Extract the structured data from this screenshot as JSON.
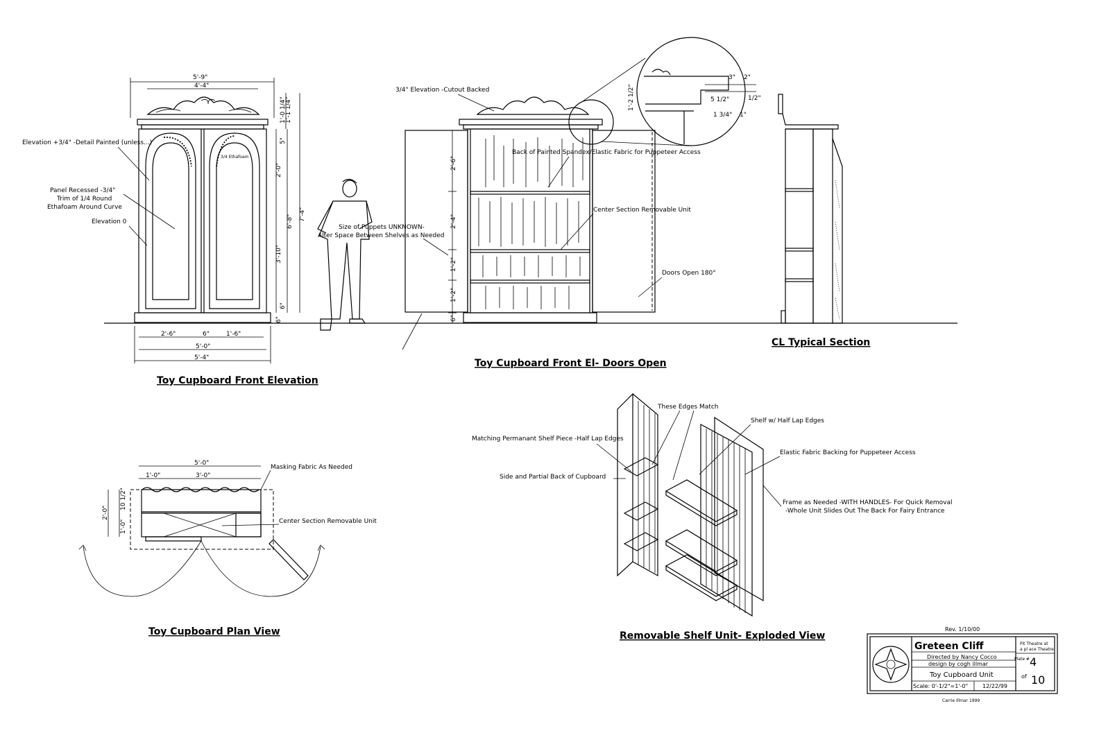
{
  "titles": {
    "front_elevation": "Toy Cupboard Front Elevation",
    "doors_open": "Toy Cupboard Front El- Doors Open",
    "cl_section": "CL Typical Section",
    "plan_view": "Toy Cupboard Plan View",
    "exploded": "Removable Shelf Unit- Exploded View"
  },
  "front_elevation": {
    "dims_top": [
      "5'-9\"",
      "4'-4\""
    ],
    "dims_bottom": [
      "2'-6\"",
      "6\"",
      "1'-6\"",
      "5'-0\"",
      "5'-4\""
    ],
    "dims_right": [
      "1'-1 1/4\"",
      "1'-0 1/4\"",
      "5\"",
      "2'-0\"",
      "6'-8\"",
      "7'-4\"",
      "3'-10\"",
      "6\"",
      "6\""
    ],
    "notes": {
      "elevation_detail": "Elevation +3/4\" -Detail Painted (unless...)",
      "panel_line1": "Panel Recessed -3/4\"",
      "panel_line2": "Trim of 1/4 Round",
      "panel_line3": "Ethafoam Around Curve",
      "elevation_0": "Elevation 0",
      "small_note": "3/4 Ethafoam"
    }
  },
  "doors_open": {
    "notes": {
      "cutout": "3/4\" Elevation -Cutout Backed",
      "spandex": "Back of Painted Spandex/Elastic Fabric for Puppeteer Access",
      "center": "Center Section Removable Unit",
      "doors": "Doors Open 180°",
      "puppets1": "Size of Puppets UNKNOWN-",
      "puppets2": "Alter Space Between Shelves as Needed"
    },
    "dims_left": [
      "2'-6\"",
      "2'-4\"",
      "1'-2\"",
      "1'-2\"",
      "6\""
    ],
    "detail_dims": [
      "1'-2 1/2\"",
      "3\"",
      "2\"",
      "5 1/2\"",
      "1/2\"",
      "1 3/4\"",
      "1\""
    ]
  },
  "plan_view": {
    "dims": [
      "5'-0\"",
      "1'-0\"",
      "3'-0\"",
      "2'-0\"",
      "1'-0\"",
      "10 1/2\""
    ],
    "notes": {
      "masking": "Masking Fabric As Needed",
      "center": "Center Section Removable Unit"
    }
  },
  "exploded": {
    "notes": {
      "edges": "These Edges Match",
      "shelf": "Shelf w/ Half Lap Edges",
      "matching": "Matching Permanant Shelf Piece -Half Lap Edges",
      "elastic": "Elastic Fabric Backing for Puppeteer Access",
      "side": "Side and Partial Back of Cupboard",
      "frame1": "Frame as Needed -WITH HANDLES- For Quick Removal",
      "frame2": "-Whole Unit Slides Out The Back For Fairy Entrance"
    }
  },
  "title_block": {
    "rev": "Rev. 1/10/00",
    "show": "Greteen Cliff",
    "directed": "Directed by Nancy Cocco",
    "design": "design by cogh illmar",
    "unit": "Toy Cupboard Unit",
    "scale": "Scale: 0'-1/2\"=1'-0\"",
    "date": "12/22/99",
    "theater1": "Pit Theatre at",
    "theater2": "a pl ace  Theatre",
    "plate_label": "Plate #",
    "plate_num": "4",
    "of": "of",
    "plate_total": "10",
    "copyright": "Carrie Illmar  1999"
  }
}
